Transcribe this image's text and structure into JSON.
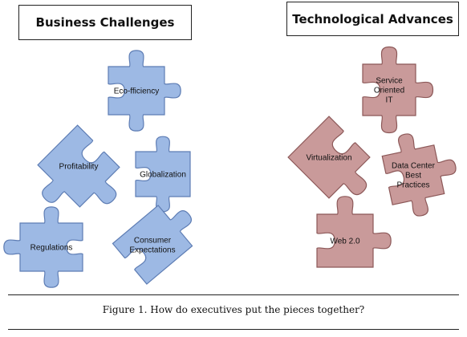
{
  "headers": {
    "left": "Business Challenges",
    "right": "Technological Advances"
  },
  "colors": {
    "business_fill": "#9DB9E4",
    "business_stroke": "#5E7DB4",
    "tech_fill": "#C99A9A",
    "tech_stroke": "#8C5858"
  },
  "business_pieces": [
    {
      "id": "eco",
      "lines": [
        "Eco-fficiency"
      ]
    },
    {
      "id": "profit",
      "lines": [
        "Profitability"
      ]
    },
    {
      "id": "global",
      "lines": [
        "Globalization"
      ]
    },
    {
      "id": "reg",
      "lines": [
        "Regulations"
      ]
    },
    {
      "id": "consumer",
      "lines": [
        "Consumer",
        "Expectations"
      ]
    }
  ],
  "tech_pieces": [
    {
      "id": "soa",
      "lines": [
        "Service",
        "Oriented",
        "IT"
      ]
    },
    {
      "id": "virt",
      "lines": [
        "Virtualization"
      ]
    },
    {
      "id": "dc",
      "lines": [
        "Data Center",
        "Best",
        "Practices"
      ]
    },
    {
      "id": "web",
      "lines": [
        "Web 2.0"
      ]
    }
  ],
  "caption": "Figure 1. How do executives put the pieces together?"
}
